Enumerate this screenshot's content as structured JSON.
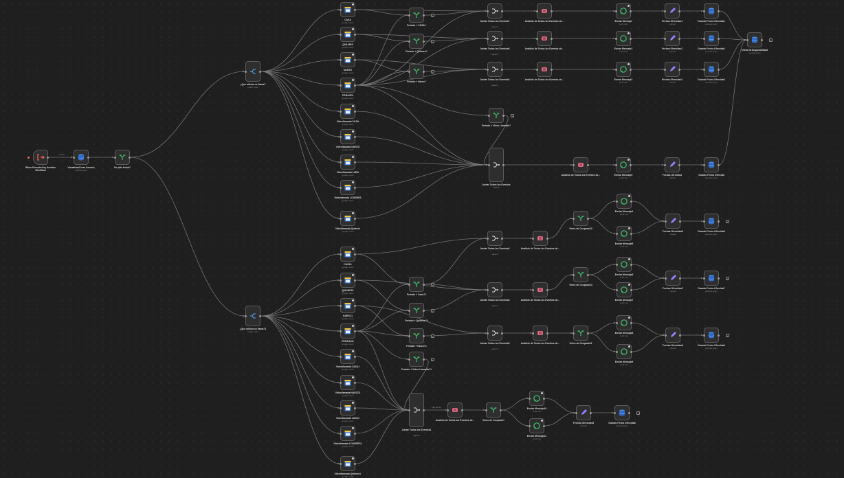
{
  "workflow": {
    "trigger": {
      "label": "When Executed by Another Workflow"
    },
    "items_label": "1 item",
    "merge_items_label": "164 items",
    "nodes": [
      {
        "id": "trig",
        "label": "When Executed by Another Workflow",
        "sub": "",
        "icon": "exit-icon"
      },
      {
        "id": "visual",
        "label": "Visualizar/Crear Usuario",
        "sub": "execute query",
        "icon": "database-icon"
      },
      {
        "id": "pide",
        "label": "Se pide fecha?",
        "sub": "",
        "icon": "if-icon"
      },
      {
        "id": "sw1",
        "label": "¿Que oficina se llama?",
        "sub": "router: route",
        "icon": "switch-icon"
      },
      {
        "id": "casa",
        "label": "CASA",
        "sub": "google: event",
        "icon": "calendar-icon"
      },
      {
        "id": "quilmes",
        "label": "QUILMES",
        "sub": "google: event",
        "icon": "calendar-icon"
      },
      {
        "id": "narzo",
        "label": "NARZO",
        "sub": "google: event",
        "icon": "calendar-icon"
      },
      {
        "id": "peraggi",
        "label": "PERAGGI",
        "sub": "google: event",
        "icon": "calendar-icon"
      },
      {
        "id": "vcasa",
        "label": "Videollamada CASA",
        "sub": "google: event",
        "icon": "calendar-icon"
      },
      {
        "id": "vnarzo",
        "label": "Videollamada NARZO",
        "sub": "google: event",
        "icon": "calendar-icon"
      },
      {
        "id": "vlara",
        "label": "Videollamada LARA",
        "sub": "google: event",
        "icon": "calendar-icon"
      },
      {
        "id": "vlourdes",
        "label": "Videollamada LOURDES",
        "sub": "google: event",
        "icon": "calendar-icon"
      },
      {
        "id": "vquilmes",
        "label": "Videollamada Quilmes",
        "sub": "google: event",
        "icon": "calendar-icon"
      },
      {
        "id": "pcasa",
        "label": "Feriado + CASA?",
        "sub": "",
        "icon": "if-icon"
      },
      {
        "id": "pquil",
        "label": "Feriado + Quilmes?",
        "sub": "",
        "icon": "if-icon"
      },
      {
        "id": "pnarzo",
        "label": "Feriado + Narzo?",
        "sub": "",
        "icon": "if-icon"
      },
      {
        "id": "pvideo",
        "label": "Feriado + Video Llamada?",
        "sub": "",
        "icon": "if-icon"
      },
      {
        "id": "j7",
        "label": "Juntar Todos los Eventos7",
        "sub": "append",
        "icon": "merge-icon"
      },
      {
        "id": "j6",
        "label": "Juntar Todos los Eventos6",
        "sub": "append",
        "icon": "merge-icon"
      },
      {
        "id": "j2",
        "label": "Juntar Todos los Eventos2",
        "sub": "append",
        "icon": "merge-icon"
      },
      {
        "id": "jall",
        "label": "Juntar Todos los Eventos",
        "sub": "append",
        "icon": "merge-icon"
      },
      {
        "id": "a7",
        "label": "Analisis de Todos los Eventos de...",
        "sub": "",
        "icon": "brain-icon"
      },
      {
        "id": "a6",
        "label": "Analisis de Todos los Eventos de...",
        "sub": "",
        "icon": "brain-icon"
      },
      {
        "id": "a2",
        "label": "Analisis de Todos los Eventos de...",
        "sub": "",
        "icon": "brain-icon"
      },
      {
        "id": "aall",
        "label": "Analisis de Todos los Eventos de...",
        "sub": "",
        "icon": "brain-icon"
      },
      {
        "id": "m1",
        "label": "Enviar Mensaje",
        "sub": "send: text",
        "icon": "chat-icon"
      },
      {
        "id": "m2",
        "label": "Enviar Mensaje1",
        "sub": "send: text",
        "icon": "chat-icon"
      },
      {
        "id": "m3",
        "label": "Enviar Mensaje2",
        "sub": "send: text",
        "icon": "chat-icon"
      },
      {
        "id": "m4",
        "label": "Enviar Mensaje3",
        "sub": "send: text",
        "icon": "chat-icon"
      },
      {
        "id": "f1",
        "label": "Fechas Ofrecidas1",
        "sub": "manual",
        "icon": "pencil-icon"
      },
      {
        "id": "f2",
        "label": "Fechas Ofrecidas2",
        "sub": "manual",
        "icon": "pencil-icon"
      },
      {
        "id": "f3",
        "label": "Fechas Ofrecidas3",
        "sub": "manual",
        "icon": "pencil-icon"
      },
      {
        "id": "f4",
        "label": "Fechas Ofrecidas",
        "sub": "manual",
        "icon": "pencil-icon"
      },
      {
        "id": "g1",
        "label": "Guardo Fecha Ofrecida1",
        "sub": "execute query",
        "icon": "database-icon"
      },
      {
        "id": "g2",
        "label": "Guardo Fecha Ofrecida2",
        "sub": "execute query",
        "icon": "database-icon"
      },
      {
        "id": "g3",
        "label": "Guardo Fecha Ofrecida3",
        "sub": "execute query",
        "icon": "database-icon"
      },
      {
        "id": "g4",
        "label": "Guardo Fecha Ofrecida",
        "sub": "execute query",
        "icon": "database-icon"
      },
      {
        "id": "oferta",
        "label": "Oferta la Disponibilidad",
        "sub": "execute query",
        "icon": "database-icon"
      },
      {
        "id": "sw2",
        "label": "¿Que oficina se llama?1",
        "sub": "router: route",
        "icon": "switch-icon"
      },
      {
        "id": "casa1",
        "label": "CASA1",
        "sub": "google: event",
        "icon": "calendar-icon"
      },
      {
        "id": "quilmes1",
        "label": "QUILMES1",
        "sub": "google: event",
        "icon": "calendar-icon"
      },
      {
        "id": "narzo1",
        "label": "NARZO1",
        "sub": "google: event",
        "icon": "calendar-icon"
      },
      {
        "id": "peraggi1",
        "label": "PERAGGI1",
        "sub": "google: event",
        "icon": "calendar-icon"
      },
      {
        "id": "vcasa1",
        "label": "Videollamada CASA1",
        "sub": "google: event",
        "icon": "calendar-icon"
      },
      {
        "id": "vnarzo1",
        "label": "Videollamada NARZO1",
        "sub": "google: event",
        "icon": "calendar-icon"
      },
      {
        "id": "vlara1",
        "label": "Videollamada LARA1",
        "sub": "google: event",
        "icon": "calendar-icon"
      },
      {
        "id": "vlourdes1",
        "label": "Videollamada LOURDES1",
        "sub": "google: event",
        "icon": "calendar-icon"
      },
      {
        "id": "vquilmes1",
        "label": "Videollamada Quilmes1",
        "sub": "google: event",
        "icon": "calendar-icon"
      },
      {
        "id": "pcasa1",
        "label": "Feriado + Casa?1",
        "sub": "",
        "icon": "if-icon"
      },
      {
        "id": "pquil1",
        "label": "Feriado + Quilmes?1",
        "sub": "",
        "icon": "if-icon"
      },
      {
        "id": "pnarzo1",
        "label": "Feriado + Narzo?1",
        "sub": "",
        "icon": "if-icon"
      },
      {
        "id": "pvideo1",
        "label": "Feriado + Video Llamada?1",
        "sub": "",
        "icon": "if-icon"
      },
      {
        "id": "j3",
        "label": "Juntar Todos los Eventos3",
        "sub": "append",
        "icon": "merge-icon"
      },
      {
        "id": "j4",
        "label": "Juntar Todos los Eventos4",
        "sub": "append",
        "icon": "merge-icon"
      },
      {
        "id": "j5",
        "label": "Juntar Todos los Eventos5",
        "sub": "append",
        "icon": "merge-icon"
      },
      {
        "id": "jall1",
        "label": "Juntar Todos los Eventos1",
        "sub": "append",
        "icon": "merge-icon"
      },
      {
        "id": "a3",
        "label": "Analisis de Todos los Eventos de...",
        "sub": "",
        "icon": "brain-icon"
      },
      {
        "id": "a4",
        "label": "Analisis de Todos los Eventos de...",
        "sub": "",
        "icon": "brain-icon"
      },
      {
        "id": "a5",
        "label": "Analisis de Todos los Eventos de...",
        "sub": "",
        "icon": "brain-icon"
      },
      {
        "id": "aall1",
        "label": "Analisis de Todos los Eventos de...",
        "sub": "",
        "icon": "brain-icon"
      },
      {
        "id": "v10",
        "label": "Vieno de Ocupado10",
        "sub": "",
        "icon": "if-icon"
      },
      {
        "id": "v13",
        "label": "Vieno de Ocupado13",
        "sub": "",
        "icon": "if-icon"
      },
      {
        "id": "v11",
        "label": "Vieno de Ocupado11",
        "sub": "",
        "icon": "if-icon"
      },
      {
        "id": "vo",
        "label": "Vieno de Ocupado?",
        "sub": "",
        "icon": "if-icon"
      },
      {
        "id": "m4b",
        "label": "Enviar Mensaje4",
        "sub": "send: text",
        "icon": "chat-icon"
      },
      {
        "id": "m5",
        "label": "Enviar Mensaje5",
        "sub": "send: text",
        "icon": "chat-icon"
      },
      {
        "id": "m6",
        "label": "Enviar Mensaje6",
        "sub": "send: text",
        "icon": "chat-icon"
      },
      {
        "id": "m7",
        "label": "Enviar Mensaje7",
        "sub": "send: text",
        "icon": "chat-icon"
      },
      {
        "id": "m8",
        "label": "Enviar Mensaje8",
        "sub": "send: text",
        "icon": "chat-icon"
      },
      {
        "id": "m9",
        "label": "Enviar Mensaje9",
        "sub": "send: text",
        "icon": "chat-icon"
      },
      {
        "id": "m10",
        "label": "Enviar Mensaje10",
        "sub": "send: text",
        "icon": "chat-icon"
      },
      {
        "id": "m11",
        "label": "Enviar Mensaje11",
        "sub": "send: text",
        "icon": "chat-icon"
      },
      {
        "id": "f5",
        "label": "Fechas Ofrecidas5",
        "sub": "manual",
        "icon": "pencil-icon"
      },
      {
        "id": "f7",
        "label": "Fechas Ofrecidas7",
        "sub": "manual",
        "icon": "pencil-icon"
      },
      {
        "id": "f6",
        "label": "Fechas Ofrecidas6",
        "sub": "manual",
        "icon": "pencil-icon"
      },
      {
        "id": "f8",
        "label": "Fechas Ofrecidas8",
        "sub": "manual",
        "icon": "pencil-icon"
      },
      {
        "id": "g5",
        "label": "Guardo Fecha Ofrecida5",
        "sub": "execute query",
        "icon": "database-icon"
      },
      {
        "id": "g7",
        "label": "Guardo Fecha Ofrecida7",
        "sub": "execute query",
        "icon": "database-icon"
      },
      {
        "id": "g6",
        "label": "Guardo Fecha Ofrecida6",
        "sub": "execute query",
        "icon": "database-icon"
      },
      {
        "id": "g8",
        "label": "Guardo Fecha Ofrecida8",
        "sub": "execute query",
        "icon": "database-icon"
      }
    ],
    "colors": {
      "background": "#1f1f1f",
      "node_fill": "#2e2e2e",
      "node_border": "#5b5b5b",
      "wire": "#7d7d7d",
      "if_green": "#3ec46d",
      "db_blue": "#4a8ff0",
      "calendar_blue": "#3a7be0",
      "calendar_yellow": "#f5c542",
      "brain_pink": "#e4687f",
      "pencil_purple": "#8f86ff",
      "trigger_red": "#ff6a4d",
      "switch_blue": "#5aa7ff"
    }
  }
}
